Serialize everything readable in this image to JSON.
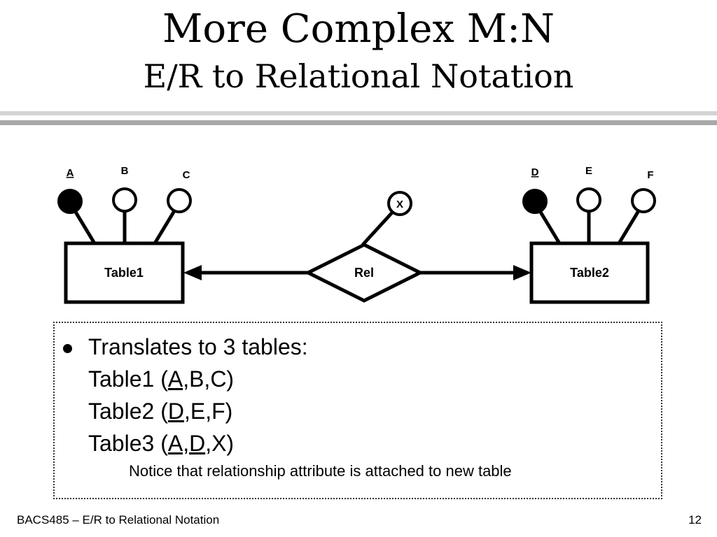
{
  "title": {
    "line1": "More Complex M:N",
    "line2": "E/R to Relational Notation"
  },
  "diagram": {
    "entity_left": "Table1",
    "entity_right": "Table2",
    "relationship": "Rel",
    "relationship_attribute": "X",
    "left_attributes": [
      {
        "label": "A",
        "key": true
      },
      {
        "label": "B",
        "key": false
      },
      {
        "label": "C",
        "key": false
      }
    ],
    "right_attributes": [
      {
        "label": "D",
        "key": true
      },
      {
        "label": "E",
        "key": false
      },
      {
        "label": "F",
        "key": false
      }
    ]
  },
  "bullets": {
    "heading": "Translates to 3 tables:",
    "table1": {
      "name": "Table1 (",
      "key": "A",
      "rest": ",B,C)"
    },
    "table2": {
      "name": "Table2 (",
      "key": "D",
      "rest": ",E,F)"
    },
    "table3": {
      "name": "Table3 (",
      "key": "A,D",
      "rest": ",X)"
    },
    "notice": "Notice that relationship attribute is attached to new table"
  },
  "footer": {
    "left": "BACS485 – E/R to Relational Notation",
    "page_number": "12"
  }
}
